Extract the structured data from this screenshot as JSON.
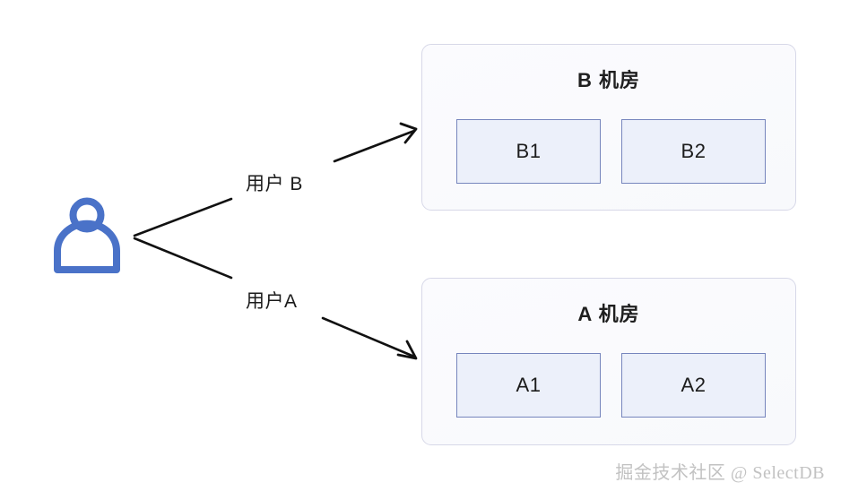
{
  "diagram": {
    "background_color": "#ffffff",
    "actor": {
      "icon": "user-person-icon",
      "color": "#4a72c8"
    },
    "edges": [
      {
        "id": "edge-user-b",
        "label": "用户 B",
        "from": "user-icon",
        "to": "dc-group-b",
        "color": "#111111"
      },
      {
        "id": "edge-user-a",
        "label": "用户A",
        "from": "user-icon",
        "to": "dc-group-a",
        "color": "#111111"
      }
    ],
    "groups": [
      {
        "id": "dc-group-b",
        "title": "B 机房",
        "border_color": "#d7d8e8",
        "fill_color": "#f9fafd",
        "nodes": [
          {
            "id": "node-b1",
            "label": "B1"
          },
          {
            "id": "node-b2",
            "label": "B2"
          }
        ]
      },
      {
        "id": "dc-group-a",
        "title": "A 机房",
        "border_color": "#d7d8e8",
        "fill_color": "#f9fafd",
        "nodes": [
          {
            "id": "node-a1",
            "label": "A1"
          },
          {
            "id": "node-a2",
            "label": "A2"
          }
        ]
      }
    ],
    "node_style": {
      "border_color": "#7685bd",
      "fill_color": "#ecf0fa"
    },
    "watermark": "掘金技术社区 @ SelectDB"
  }
}
